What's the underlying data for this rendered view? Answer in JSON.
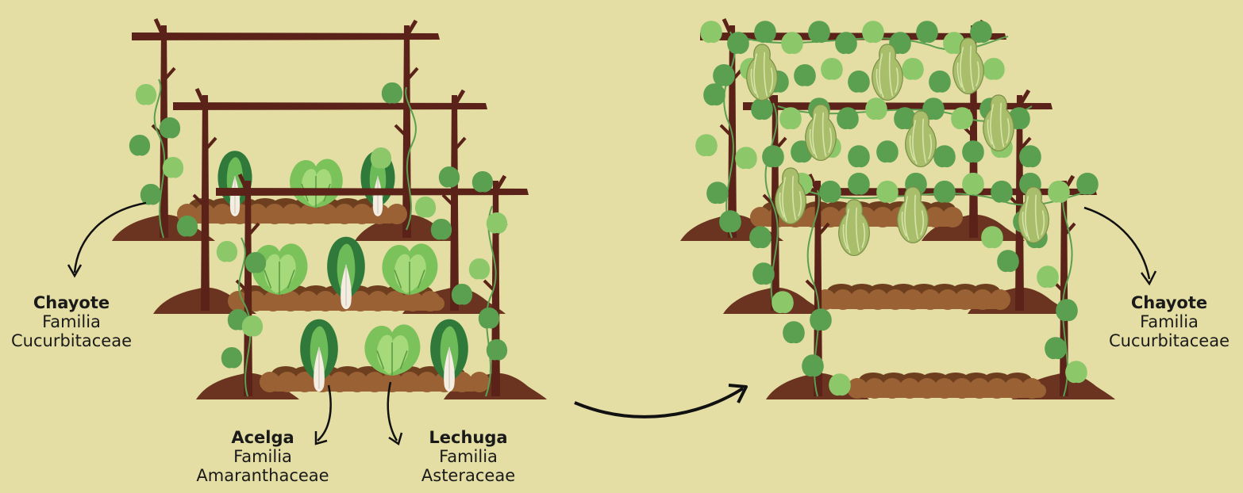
{
  "colors": {
    "background": "#e4dea4",
    "wood": "#5a2218",
    "soil_dark": "#6b3420",
    "soil_bed": "#9a6234",
    "soil_bed_top": "#6e3f1f",
    "leaf": "#5aa050",
    "leaf_light": "#8cc86a",
    "chayote_fruit": "#a8be6a",
    "arrow": "#111111"
  },
  "left_scene": {
    "labels": [
      {
        "name": "Chayote",
        "family_word": "Familia",
        "family": "Cucurbitaceae"
      },
      {
        "name": "Acelga",
        "family_word": "Familia",
        "family": "Amaranthaceae"
      },
      {
        "name": "Lechuga",
        "family_word": "Familia",
        "family": "Asteraceae"
      }
    ],
    "icons": [
      "trellis-icon",
      "chayote-vine-icon",
      "chard-icon",
      "lettuce-icon",
      "soil-mound-icon"
    ]
  },
  "right_scene": {
    "labels": [
      {
        "name": "Chayote",
        "family_word": "Familia",
        "family": "Cucurbitaceae"
      }
    ],
    "icons": [
      "trellis-icon",
      "chayote-vine-icon",
      "chayote-fruit-icon",
      "soil-mound-icon"
    ]
  },
  "transition_arrow": "curved-arrow-icon"
}
